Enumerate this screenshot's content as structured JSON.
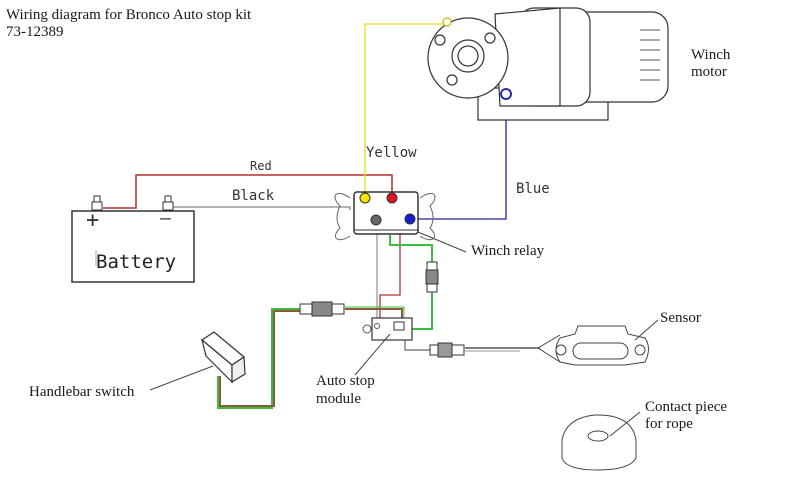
{
  "title": {
    "line1": "Wiring diagram for Bronco Auto stop kit",
    "line2": "73-12389"
  },
  "components": {
    "winch_motor": {
      "line1": "Winch",
      "line2": "motor"
    },
    "battery": {
      "label": "Battery",
      "plus": "+",
      "minus": "—"
    },
    "winch_relay": "Winch relay",
    "handlebar_switch": "Handlebar switch",
    "auto_stop_module": {
      "line1": "Auto stop",
      "line2": "module"
    },
    "sensor": "Sensor",
    "contact_piece": {
      "line1": "Contact piece",
      "line2": "for rope"
    }
  },
  "wires": {
    "red": {
      "label": "Red",
      "color": "#c0392b"
    },
    "black": {
      "label": "Black",
      "color": "#888888"
    },
    "yellow": {
      "label": "Yellow",
      "color": "#f2e600"
    },
    "blue": {
      "label": "Blue",
      "color": "#1a1a9e"
    },
    "green": {
      "color": "#3db83d"
    },
    "brown": {
      "color": "#8b5a3c"
    }
  },
  "terminals": {
    "yellow": "#f5e400",
    "red": "#e01020",
    "gray": "#666666",
    "blue": "#1020d0"
  }
}
